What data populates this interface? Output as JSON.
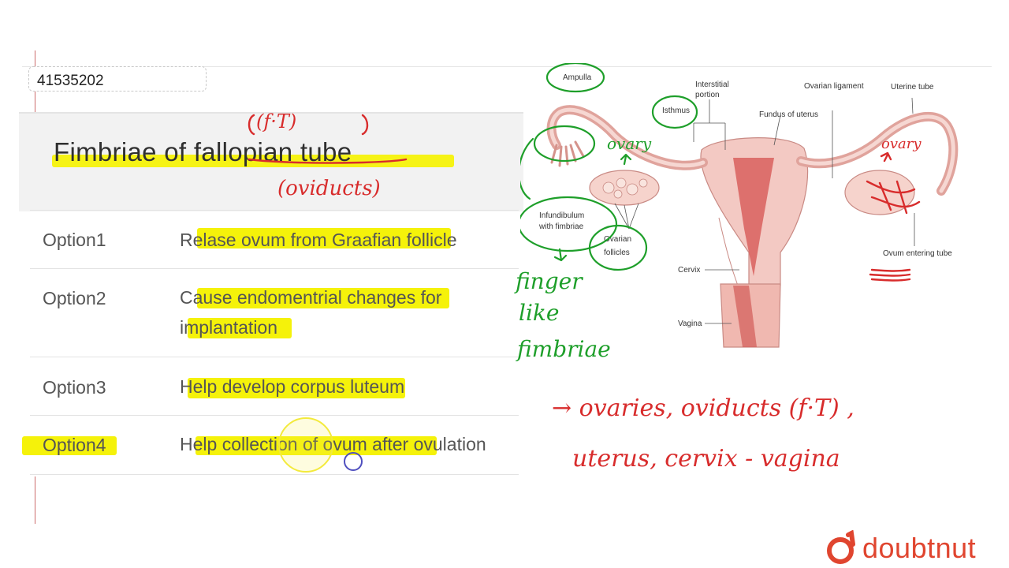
{
  "question_id": "41535202",
  "question": {
    "title": "Fimbriae of fallopian tube",
    "options": [
      {
        "label": "Option1",
        "text": "Relase ovum from Graafian follicle"
      },
      {
        "label": "Option2",
        "text": "Cause endomentrial changes for implantation"
      },
      {
        "label": "Option3",
        "text": "Help develop corpus luteum"
      },
      {
        "label": "Option4",
        "text": "Help collection of ovum after ovulation"
      }
    ]
  },
  "annotations": {
    "ft_note": "(f·T)",
    "oviducts_note": "(oviducts)",
    "ovary_left": "ovary",
    "ovary_right": "ovary",
    "finger": "finger",
    "like": "like",
    "fimbriae": "fimbriae",
    "summary_line1": "→ ovaries, oviducts (f·T) ,",
    "summary_line2": "uterus, cervix - vagina"
  },
  "diagram": {
    "labels": {
      "ampulla": "Ampulla",
      "interstitial": "Interstitial",
      "portion": "portion",
      "isthmus": "Isthmus",
      "fundus": "Fundus of uterus",
      "ovarian_ligament": "Ovarian ligament",
      "uterine_tube": "Uterine tube",
      "infundibulum": "Infundibulum",
      "with_fimbriae": "with fimbriae",
      "ovarian": "Ovarian",
      "follicles": "follicles",
      "cervix": "Cervix",
      "vagina": "Vagina",
      "ovum_entering": "Ovum entering tube"
    }
  },
  "brand": {
    "name": "doubtnut",
    "color": "#e0452f"
  },
  "colors": {
    "highlight": "#f5f20a",
    "red_ink": "#d82c2c",
    "green_ink": "#1e9f2a"
  }
}
